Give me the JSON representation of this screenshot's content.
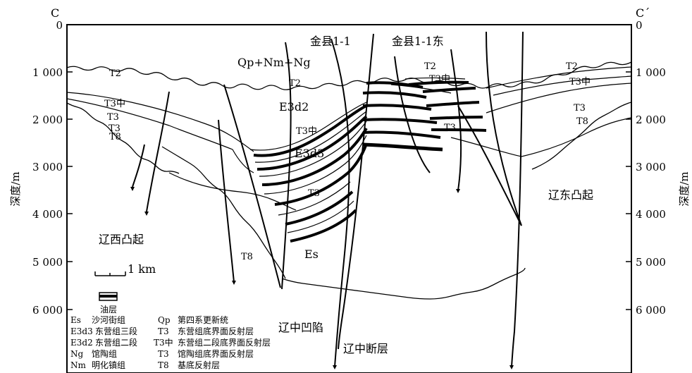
{
  "section": {
    "start": "C",
    "end": "C´"
  },
  "axis": {
    "label": "深度/m",
    "ticks": [
      "0",
      "1 000",
      "2 000",
      "3 000",
      "4 000",
      "5 000",
      "6 000"
    ]
  },
  "wells": [
    "金县1-1",
    "金县1-1东"
  ],
  "labels": {
    "qp": "Qp+Nm+Ng",
    "e3d2": "E3d2",
    "e3d3": "E3d3",
    "es": "Es",
    "liaoxi": "辽西凸起",
    "liaodong": "辽东凸起",
    "liaozhong_sag": "辽中凹陷",
    "liaozhong_fault": "辽中断层"
  },
  "horizons": {
    "t2": "T2",
    "t3mid": "T3中",
    "t3": "T3",
    "t8": "T8"
  },
  "scale": {
    "text": "1 km"
  },
  "legend": {
    "oil": "油层",
    "items": [
      {
        "code": "Es",
        "desc": "沙河街组"
      },
      {
        "code": "E3d3",
        "desc": "东营组三段"
      },
      {
        "code": "E3d2",
        "desc": "东营组二段"
      },
      {
        "code": "Ng",
        "desc": "馆陶组"
      },
      {
        "code": "Nm",
        "desc": "明化镇组"
      },
      {
        "code": "Qp",
        "desc": "第四系更新统"
      },
      {
        "code": "T3",
        "desc": "东营组底界面反射层"
      },
      {
        "code": "T3中",
        "desc": "东营组二段底界面反射层"
      },
      {
        "code": "T3",
        "desc": "馆陶组底界面反射层"
      },
      {
        "code": "T8",
        "desc": "基底反射层"
      }
    ]
  }
}
